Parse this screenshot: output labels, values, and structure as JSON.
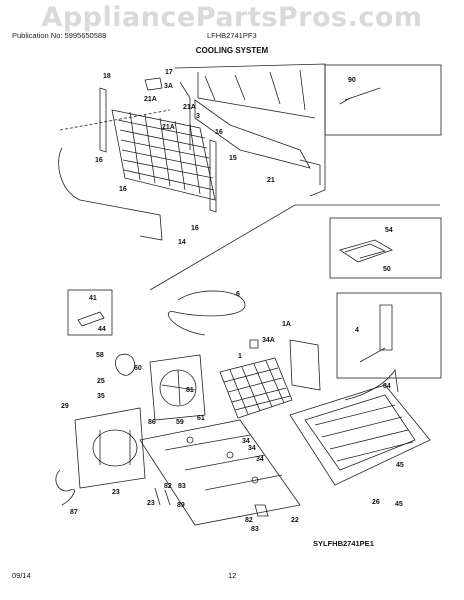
{
  "watermark": "AppliancePartsPros.com",
  "header": {
    "publication": "Publication No: 5995650588",
    "model": "LFHB2741PF3",
    "section_title": "COOLING SYSTEM"
  },
  "callouts": {
    "c18": "18",
    "c17": "17",
    "c3A": "3A",
    "c21A_1": "21A",
    "c21A_2": "21A",
    "c21A_3": "21A",
    "c3": "3",
    "c16_1": "16",
    "c16_2": "16",
    "c16_3": "16",
    "c16_4": "16",
    "c15": "15",
    "c14": "14",
    "c21": "21",
    "c90": "90",
    "c54": "54",
    "c50": "50",
    "c6": "6",
    "c41": "41",
    "c44": "44",
    "c1A": "1A",
    "c34A": "34A",
    "c1": "1",
    "c4": "4",
    "c58": "58",
    "c60": "60",
    "c25": "25",
    "c35": "35",
    "c81": "81",
    "c29": "29",
    "c86": "86",
    "c59": "59",
    "c61": "61",
    "c34_1": "34",
    "c34_2": "34",
    "c34_3": "34",
    "c84": "84",
    "c45_1": "45",
    "c45_2": "45",
    "c26": "26",
    "c23_1": "23",
    "c23_2": "23",
    "c82_1": "82",
    "c83_1": "83",
    "c89": "89",
    "c87": "87",
    "c22": "22",
    "c82_2": "82",
    "c83_2": "83"
  },
  "diagram_ref": "SYLFHB2741PE1",
  "footer": {
    "date": "09/14",
    "page": "12"
  }
}
